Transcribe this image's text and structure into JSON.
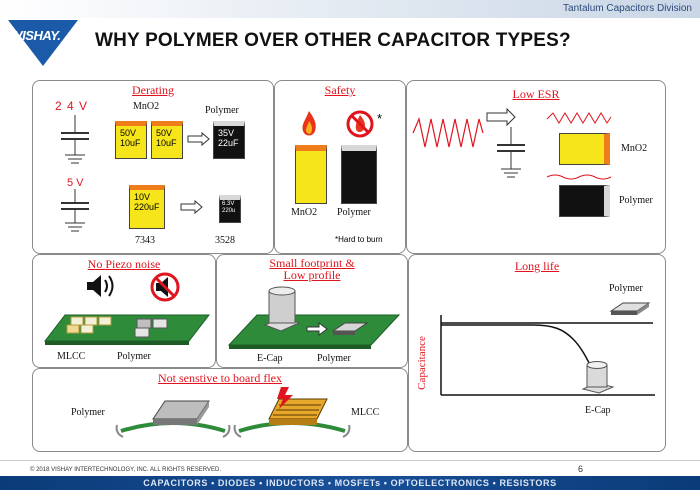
{
  "header": {
    "logo": "VISHAY.",
    "division": "Tantalum Capacitors Division",
    "title": "WHY POLYMER OVER OTHER CAPACITOR TYPES?"
  },
  "derating": {
    "title": "Derating",
    "v24": "2 4 V",
    "v5": "5 V",
    "mno2": "MnO2",
    "polymer": "Polymer",
    "cap1_v": "50V",
    "cap1_c": "10uF",
    "cap2_v": "50V",
    "cap2_c": "10uF",
    "cap3_v": "35V",
    "cap3_c": "22uF",
    "cap4_v": "10V",
    "cap4_c": "220uF",
    "cap5_v": "6.3V",
    "cap5_c": "220u",
    "size1": "7343",
    "size2": "3528"
  },
  "safety": {
    "title": "Safety",
    "mno2": "MnO2",
    "polymer": "Polymer",
    "asterisk": "*",
    "note": "*Hard to burn"
  },
  "esr": {
    "title": "Low ESR",
    "mno2": "MnO2",
    "polymer": "Polymer"
  },
  "piezo": {
    "title": "No Piezo noise",
    "mlcc": "MLCC",
    "polymer": "Polymer"
  },
  "footprint": {
    "title1": "Small footprint &",
    "title2": "Low profile",
    "ecap": "E-Cap",
    "polymer": "Polymer"
  },
  "life": {
    "title": "Long life",
    "polymer": "Polymer",
    "ylabel": "Capacitance",
    "ecap": "E-Cap"
  },
  "flex": {
    "title": "Not senstive to board flex",
    "polymer": "Polymer",
    "mlcc": "MLCC"
  },
  "footer": {
    "copyright": "© 2018 VISHAY INTERTECHNOLOGY, INC. ALL RIGHTS RESERVED.",
    "page": "6",
    "products": "CAPACITORS • DIODES • INDUCTORS • MOSFETs • OPTOELECTRONICS • RESISTORS"
  },
  "colors": {
    "accent_red": "#e0141e",
    "brand_blue": "#1a5aa8",
    "tantalum_yellow": "#f6e51b",
    "anode_orange": "#ef7d1a",
    "pcb_green": "#2e8b3a"
  }
}
